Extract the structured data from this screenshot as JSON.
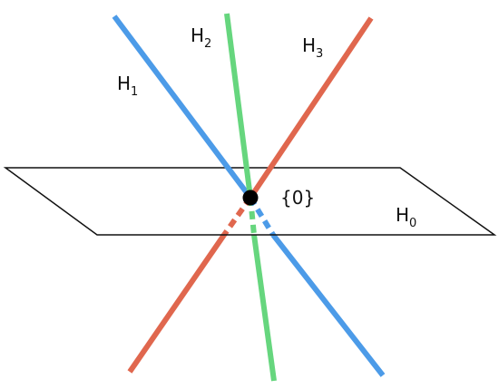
{
  "labels": {
    "H1": {
      "main": "H",
      "sub": "1"
    },
    "H2": {
      "main": "H",
      "sub": "2"
    },
    "H3": {
      "main": "H",
      "sub": "3"
    },
    "H0": {
      "main": "H",
      "sub": "0"
    },
    "origin": "{0}"
  },
  "colors": {
    "H1": "#4c9be8",
    "H2": "#66d67e",
    "H3": "#e0674e",
    "plane": "#111111",
    "origin": "#000000"
  }
}
